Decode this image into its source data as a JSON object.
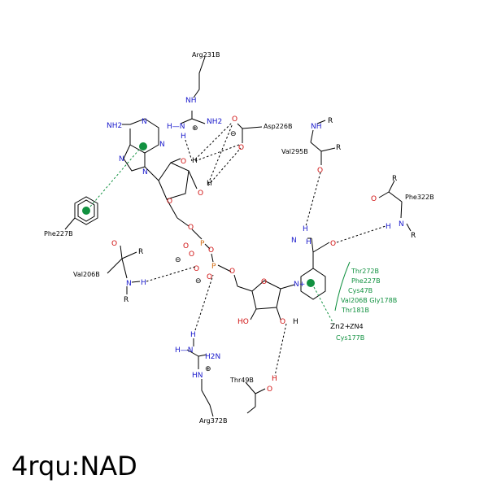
{
  "title": "4rqu:NAD",
  "residues": {
    "arg231": "Arg231B",
    "asp226": "Asp226B",
    "val295": "Val295B",
    "phe322": "Phe322B",
    "phe227": "Phe227B",
    "val206": "Val206B",
    "thr49": "Thr49B",
    "arg372": "Arg372B",
    "zn_label": "ZN4",
    "cys177": "Cys177B"
  },
  "cluster": [
    "Thr272B",
    "Phe227B",
    "Cys47B",
    "Val206B  Gly178B",
    "Thr181B"
  ],
  "atoms": {
    "N": "N",
    "O": "O",
    "P": "P",
    "H": "H",
    "R": "R",
    "NH": "NH",
    "NH2": "NH2",
    "H2N": "H2N",
    "HN": "HN",
    "HO": "HO",
    "H-N": "H—N",
    "N+": "N+",
    "Zn": "Zn2+",
    "plus": "⊕",
    "minus": "⊖"
  },
  "colors": {
    "nitrogen": "#1a1acc",
    "oxygen": "#d01010",
    "phosphorus": "#d06a10",
    "interaction_green": "#119140"
  }
}
